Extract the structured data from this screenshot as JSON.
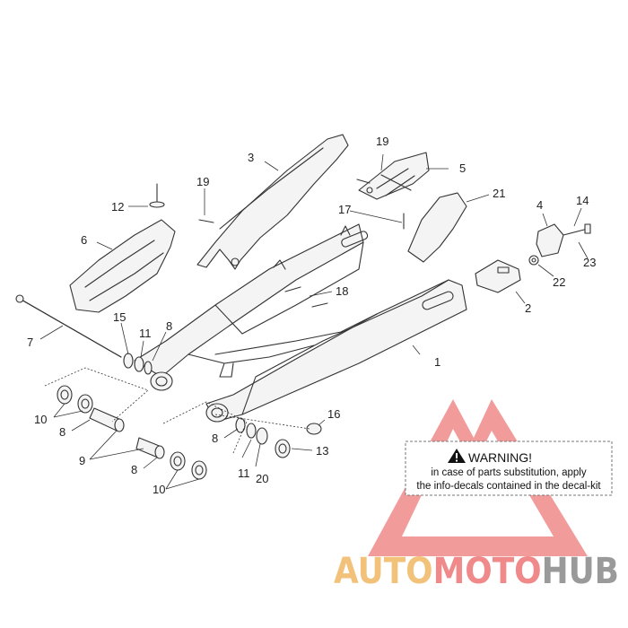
{
  "callouts": {
    "c1": "1",
    "c2": "2",
    "c3": "3",
    "c4": "4",
    "c5": "5",
    "c6": "6",
    "c7": "7",
    "c8a": "8",
    "c8b": "8",
    "c8c": "8",
    "c8d": "8",
    "c9": "9",
    "c10a": "10",
    "c10b": "10",
    "c11a": "11",
    "c11b": "11",
    "c12": "12",
    "c13": "13",
    "c14": "14",
    "c15": "15",
    "c16": "16",
    "c17": "17",
    "c18": "18",
    "c19a": "19",
    "c19b": "19",
    "c20": "20",
    "c21": "21",
    "c22": "22",
    "c23": "23"
  },
  "warning": {
    "title": "WARNING!",
    "line1": "in case of parts substitution, apply",
    "line2": "the info-decals contained in the decal-kit"
  },
  "watermark": {
    "part1": "AUTO",
    "part2": "MOTO",
    "part3": "HUB",
    "colors": {
      "auto": "#f2c27a",
      "moto": "#f08a8a",
      "hub": "#9a9a9a",
      "logo": "#f08a8a"
    }
  }
}
